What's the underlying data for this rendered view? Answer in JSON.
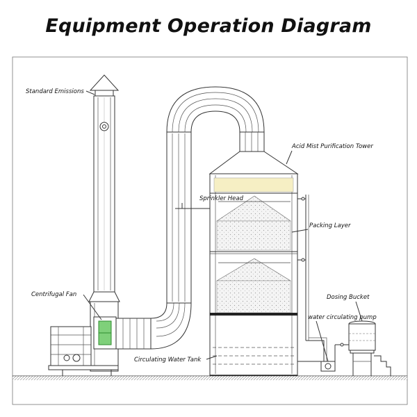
{
  "title": "Equipment Operation Diagram",
  "labels": {
    "standard_emissions": "Standard Emissions",
    "acid_mist_tower": "Acid Mist Purification Tower",
    "sprinkler_head": "Sprinkler Head",
    "packing_layer": "Packing Layer",
    "centrifugal_fan": "Centrifugal Fan",
    "dosing_bucket": "Dosing Bucket",
    "water_circulating_pump": "water circulating pump",
    "circulating_water_tank": "Circulating Water Tank"
  },
  "colors": {
    "line": "#333333",
    "spray_zone": "#f6efc4",
    "fan_highlight": "#7fd07a",
    "packing_fill": "#eeeeee"
  }
}
